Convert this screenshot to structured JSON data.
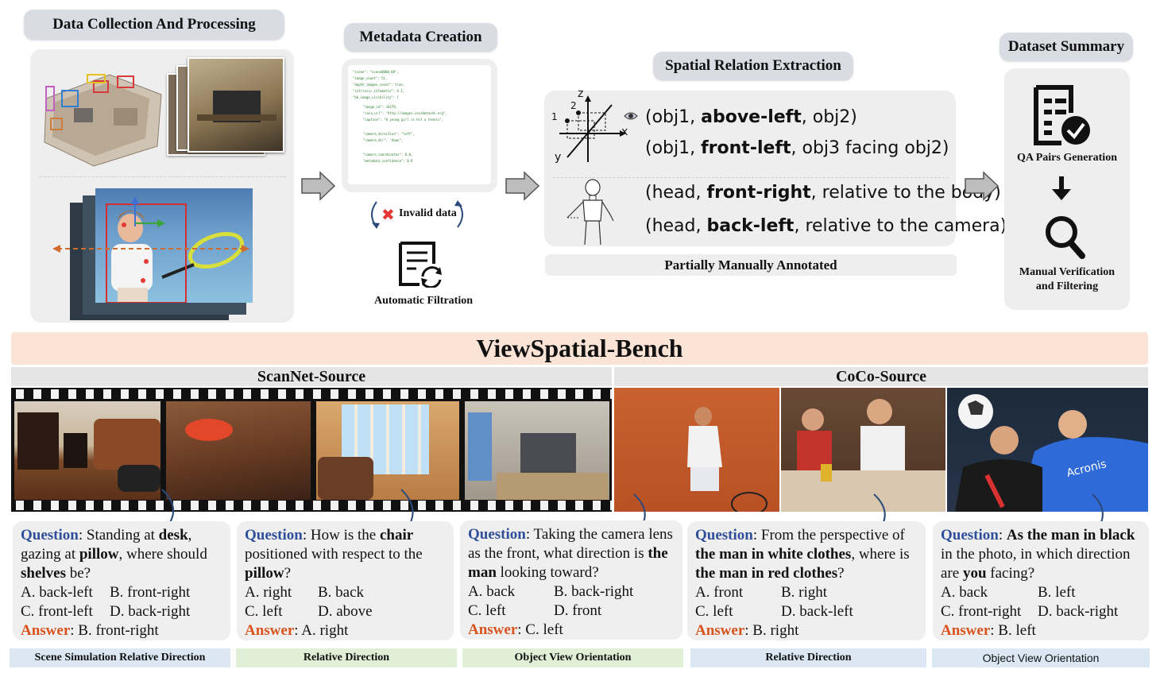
{
  "stages": {
    "collection": "Data Collection And Processing",
    "metadata": "Metadata Creation",
    "spatial": "Spatial Relation Extraction",
    "summary": "Dataset Summary"
  },
  "metadata_panel": {
    "invalid": "Invalid data",
    "auto_filter": "Automatic Filtration",
    "code_lines": [
      "\"scene\": \"scene0000_00\",",
      "\"image_count\": 51,",
      "\"depth_images_count\": true,",
      "\"intrinsic_infomatix\": 4.1,",
      "\"bb_image_visibility\": {",
      "  \"image_id\": 14279,",
      "  \"coco_url\": \"http://images.cocodataset.org\",",
      "  \"caption\": \"A young girl is hit a tennis\",",
      "  \"camera_direction\": \"left\",",
      "  \"camera_dir\": \"down\",",
      "  \"camera_coordinates\": 0.0,",
      "  \"metadata_confidence\": 0.9"
    ]
  },
  "axes": {
    "z": "z",
    "x": "x",
    "y": "y",
    "one": "1",
    "two": "2"
  },
  "relations": [
    {
      "pre": "(obj1, ",
      "bold": "above-left",
      "post": ", obj2)"
    },
    {
      "pre": "(obj1, ",
      "bold": "front-left",
      "post": ", obj3 facing obj2)"
    },
    {
      "pre": "(head, ",
      "bold": "front-right",
      "post": ", relative to the body)"
    },
    {
      "pre": "(head, ",
      "bold": "back-left",
      "post": ", relative to the camera)"
    }
  ],
  "partially": "Partially Manually Annotated",
  "summary_panel": {
    "qa": "QA Pairs Generation",
    "verify_1": "Manual Verification",
    "verify_2": "and Filtering"
  },
  "bench_title": "ViewSpatial-Bench",
  "sources": {
    "scannet": "ScanNet-Source",
    "coco": "CoCo-Source"
  },
  "questions": [
    {
      "qlabel": "Question",
      "parts": [
        ": Standing at ",
        "desk",
        ", gazing at ",
        "pillow",
        ", where should ",
        "shelves",
        " be?"
      ],
      "options": [
        [
          "A. back-left",
          "B. front-right"
        ],
        [
          "C. front-left",
          "D. back-right"
        ]
      ],
      "alabel": "Answer",
      "answer": ": B. front-right",
      "category": "Scene Simulation Relative Direction"
    },
    {
      "qlabel": "Question",
      "parts": [
        ": How is the ",
        "chair",
        " positioned with respect to the ",
        "pillow",
        "?"
      ],
      "options": [
        [
          "A. right",
          "B. back"
        ],
        [
          "C. left",
          "D. above"
        ]
      ],
      "alabel": "Answer",
      "answer": ": A. right",
      "category": "Relative Direction"
    },
    {
      "qlabel": "Question",
      "parts": [
        ": Taking the camera lens as the front, what direction is ",
        "the man",
        " looking toward?"
      ],
      "options": [
        [
          "A. back",
          "B. back-right"
        ],
        [
          "C. left",
          "D. front"
        ]
      ],
      "alabel": "Answer",
      "answer": ": C. left",
      "category": "Object View Orientation"
    },
    {
      "qlabel": "Question",
      "parts": [
        ": From the perspective of ",
        "the man in white clothes",
        ", where is ",
        "the man in red clothes",
        "?"
      ],
      "options": [
        [
          "A. front",
          "B. right"
        ],
        [
          "C. left",
          "D. back-left"
        ]
      ],
      "alabel": "Answer",
      "answer": ": B. right",
      "category": "Relative Direction"
    },
    {
      "qlabel": "Question",
      "parts": [
        ": ",
        "As the man in black",
        " in the photo, in which direction are ",
        "you",
        " facing?"
      ],
      "options": [
        [
          "A. back",
          "B. left"
        ],
        [
          "C. front-right",
          "D. back-right"
        ]
      ],
      "alabel": "Answer",
      "answer": ": B. left",
      "category": "Object View Orientation"
    }
  ],
  "photo_text": {
    "acronis": "Acronis"
  },
  "colors": {
    "pill": "#d9dde3",
    "panel": "#eeeeee",
    "banner": "#fbe3d6",
    "question": "#2f4f9b",
    "answer": "#d9531e",
    "cat_blue": "#dbe7f3",
    "cat_green": "#e1efd6"
  }
}
